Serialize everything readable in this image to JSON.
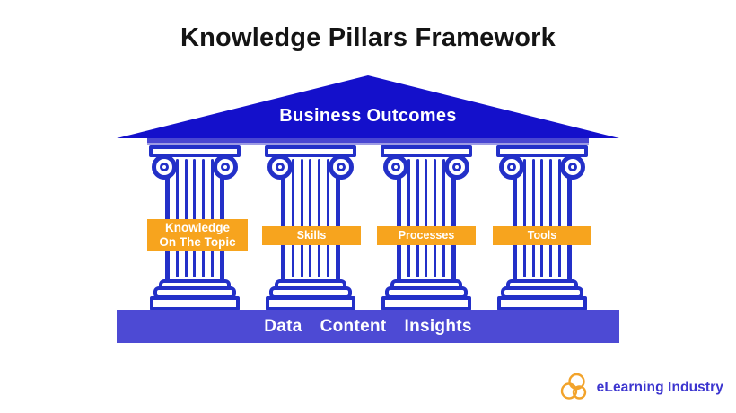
{
  "title": "Knowledge Pillars Framework",
  "pediment": {
    "label": "Business Outcomes"
  },
  "pillars": [
    {
      "name": "knowledge-on-the-topic",
      "label_lines": [
        "Knowledge",
        "On The Topic"
      ]
    },
    {
      "name": "skills",
      "label_lines": [
        "Skills"
      ]
    },
    {
      "name": "processes",
      "label_lines": [
        "Processes"
      ]
    },
    {
      "name": "tools",
      "label_lines": [
        "Tools"
      ]
    }
  ],
  "foundation": {
    "words": [
      "Data",
      "Content",
      "Insights"
    ]
  },
  "logo": {
    "icon": "three-rings-icon",
    "text": "eLearning Industry"
  },
  "colors": {
    "pediment_blue": "#1410CB",
    "pillar_blue": "#2330C8",
    "architrave_blue": "#4A47D2",
    "architrave_light": "#9E9CE4",
    "foundation_blue": "#4D4AD4",
    "label_orange": "#F7A41E",
    "label_text": "#FFFFFF",
    "title_color": "#141414",
    "logo_gold": "#F2A32B",
    "logo_text_color": "#3C35CF",
    "background": "#FFFFFF"
  }
}
